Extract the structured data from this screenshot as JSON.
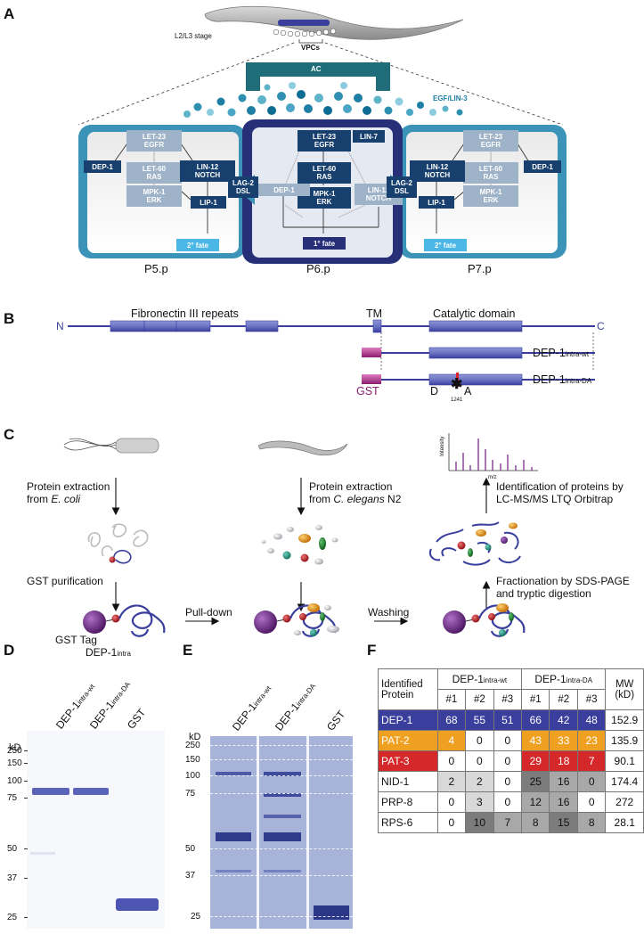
{
  "panels": {
    "a": "A",
    "b": "B",
    "c": "C",
    "d": "D",
    "e": "E",
    "f": "F"
  },
  "panel_a": {
    "stage": "L2/L3 stage",
    "vpcs": "VPCs",
    "ac": "AC",
    "egf": "EGF/LIN-3",
    "cells": [
      "P5.p",
      "P6.p",
      "P7.p"
    ],
    "let23": [
      "LET-23",
      "EGFR"
    ],
    "let60": [
      "LET-60",
      "RAS"
    ],
    "mpk1": [
      "MPK-1",
      "ERK"
    ],
    "lin12": [
      "LIN-12",
      "NOTCH"
    ],
    "lag2": [
      "LAG-2",
      "DSL"
    ],
    "dep1": "DEP-1",
    "lip1": "LIP-1",
    "lin7": "LIN-7",
    "fate2": "2° fate",
    "fate1": "1° fate"
  },
  "panel_b": {
    "n": "N",
    "c": "C",
    "fn": "Fibronectin III repeats",
    "tm": "TM",
    "cat": "Catalytic domain",
    "wt_main": "DEP-1",
    "wt_sub": "intra-wt",
    "da_main": "DEP-1",
    "da_sub": "intra-DA",
    "gst": "GST",
    "mut_d": "D",
    "mut_num": "1241",
    "mut_a": "A"
  },
  "panel_c": {
    "extract_ecoli_1": "Protein extraction",
    "extract_ecoli_2": "from ",
    "ecoli": "E. coli",
    "extract_ce_1": "Protein extraction",
    "extract_ce_2": "from ",
    "ce": "C. elegans",
    "ce_n2": " N2",
    "ident_1": "Identification of proteins by",
    "ident_2": "LC-MS/MS LTQ Orbitrap",
    "gst_pur": "GST purification",
    "pulldown": "Pull-down",
    "washing": "Washing",
    "frac_1": "Fractionation by SDS-PAGE",
    "frac_2": "and tryptic digestion",
    "gst_tag": "GST Tag",
    "dep_main": "DEP-1",
    "dep_sub": "intra",
    "intensity": "Intensity",
    "mz": "m/z"
  },
  "gel": {
    "kd": "kD",
    "lanes_main": [
      "DEP-1",
      "DEP-1",
      "GST"
    ],
    "lanes_sub": [
      "intra-wt",
      "intra-DA",
      ""
    ],
    "markers": [
      "250",
      "150",
      "100",
      "75",
      "50",
      "37",
      "25"
    ]
  },
  "table": {
    "h_protein_1": "Identified",
    "h_protein_2": "Protein",
    "h_wt_main": "DEP-1",
    "h_wt_sub": "intra-wt",
    "h_da_main": "DEP-1",
    "h_da_sub": "intra-DA",
    "h_mw_1": "MW",
    "h_mw_2": "(kD)",
    "reps": [
      "#1",
      "#2",
      "#3",
      "#1",
      "#2",
      "#3"
    ],
    "rows": [
      {
        "name": "DEP-1",
        "vals": [
          "68",
          "55",
          "51",
          "66",
          "42",
          "48"
        ],
        "mw": "152.9"
      },
      {
        "name": "PAT-2",
        "vals": [
          "4",
          "0",
          "0",
          "43",
          "33",
          "23"
        ],
        "mw": "135.9"
      },
      {
        "name": "PAT-3",
        "vals": [
          "0",
          "0",
          "0",
          "29",
          "18",
          "7"
        ],
        "mw": "90.1"
      },
      {
        "name": "NID-1",
        "vals": [
          "2",
          "2",
          "0",
          "25",
          "16",
          "0"
        ],
        "mw": "174.4"
      },
      {
        "name": "PRP-8",
        "vals": [
          "0",
          "3",
          "0",
          "12",
          "16",
          "0"
        ],
        "mw": "272"
      },
      {
        "name": "RPS-6",
        "vals": [
          "0",
          "10",
          "7",
          "8",
          "15",
          "8"
        ],
        "mw": "28.1"
      }
    ],
    "colors": {
      "dep1": "#3a3f9e",
      "pat2": "#f0a021",
      "pat3": "#d4282b",
      "light": "#d8d8d8",
      "mid": "#a8a8a8",
      "dark": "#7c7c7c"
    }
  }
}
